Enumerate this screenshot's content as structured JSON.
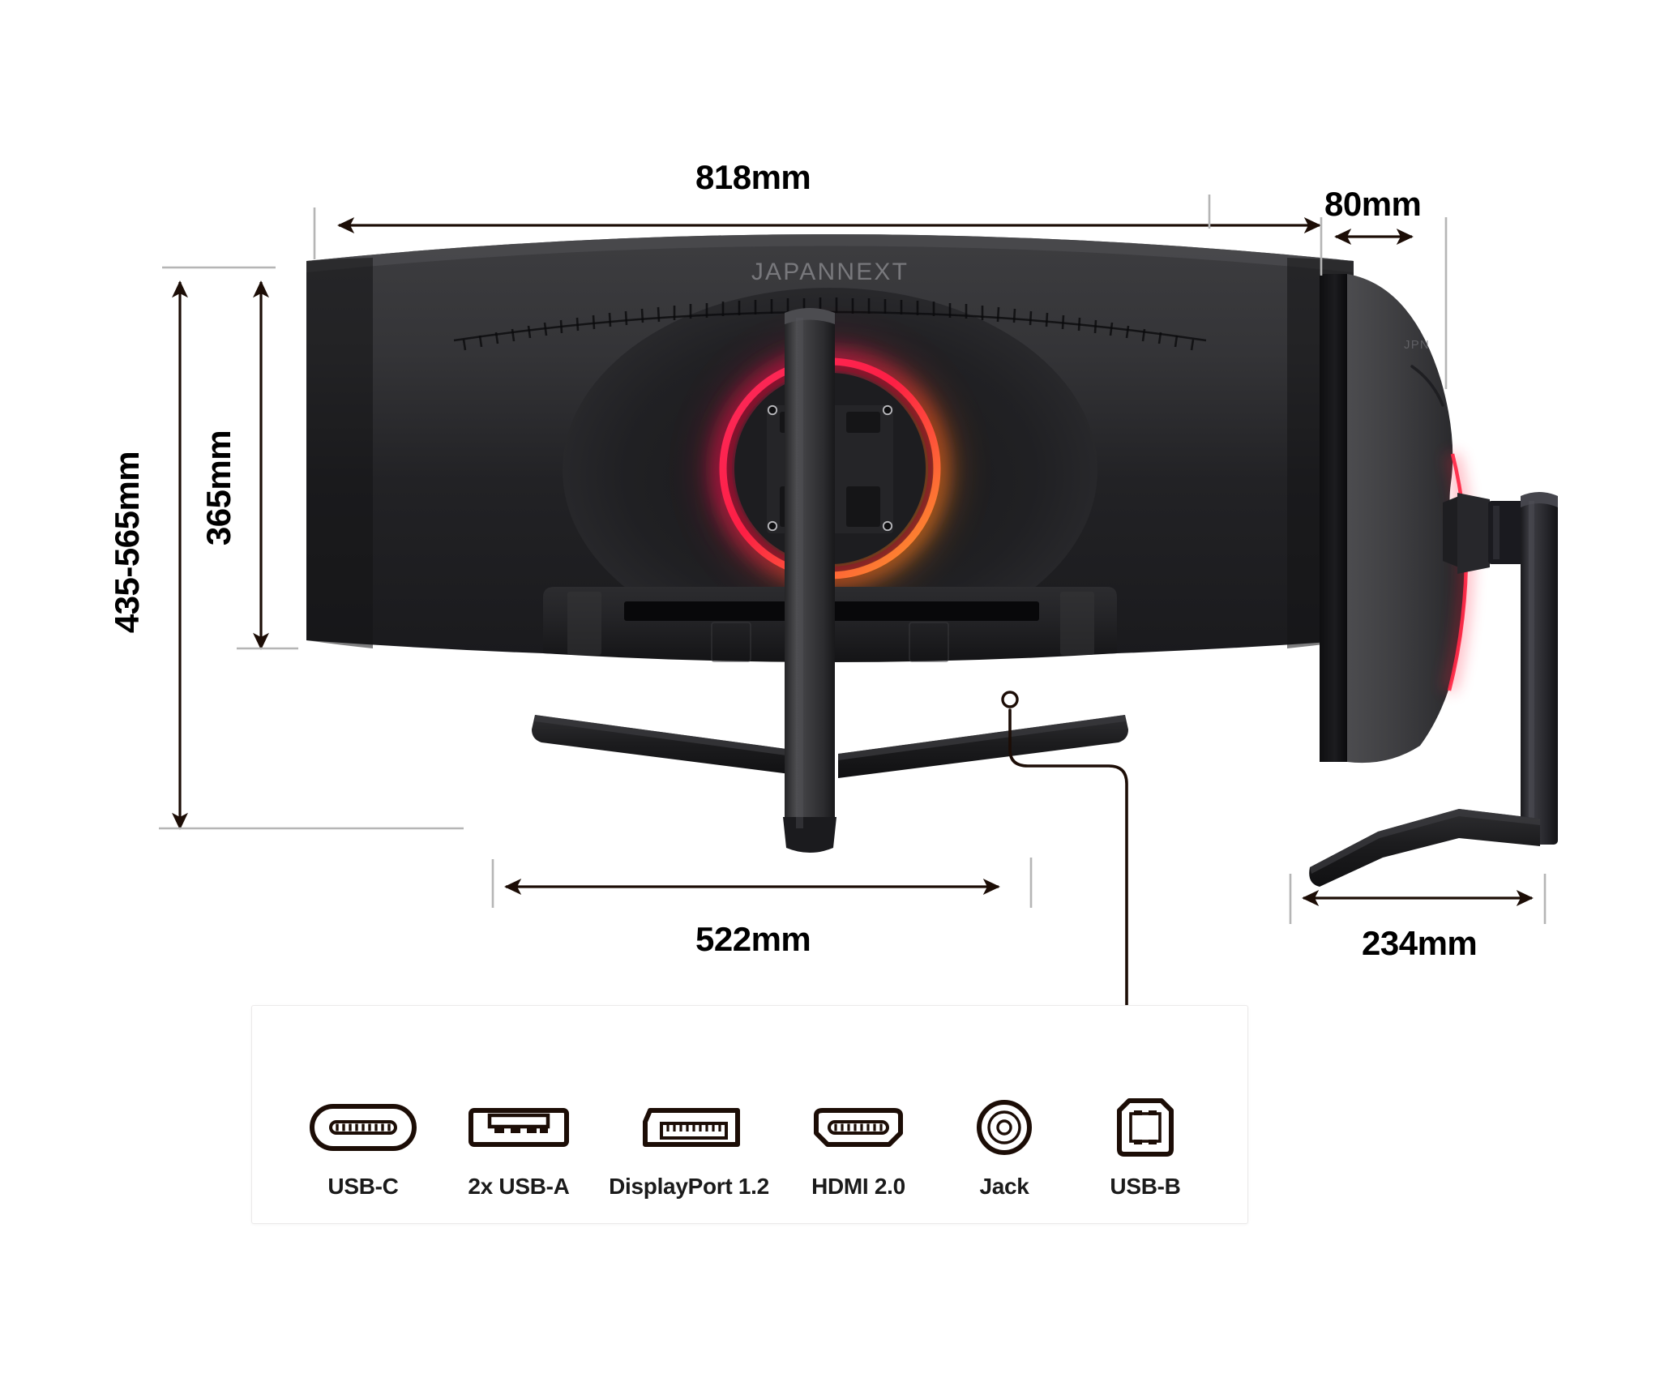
{
  "product": {
    "brand": "JAPANNEXT"
  },
  "dimensions": {
    "width_front": "818mm",
    "height_range": "435-565mm",
    "panel_height": "365mm",
    "stand_width": "522mm",
    "depth_side": "80mm",
    "base_depth": "234mm"
  },
  "ports": {
    "items": [
      {
        "label": "USB-C",
        "icon": "usb-c-port-icon"
      },
      {
        "label": "2x USB-A",
        "icon": "usb-a-port-icon"
      },
      {
        "label": "DisplayPort 1.2",
        "icon": "displayport-port-icon"
      },
      {
        "label": "HDMI 2.0",
        "icon": "hdmi-port-icon"
      },
      {
        "label": "Jack",
        "icon": "audio-jack-port-icon"
      },
      {
        "label": "USB-B",
        "icon": "usb-b-port-icon"
      }
    ]
  },
  "colors": {
    "dimension_line": "#1c0d06",
    "extension_line": "#b0b0b0",
    "rgb_ring_left": "#e8174b",
    "rgb_ring_right": "#f07818",
    "chassis_dark": "#262628",
    "chassis_mid": "#3a3a3c",
    "panel_border": "#ececec"
  }
}
